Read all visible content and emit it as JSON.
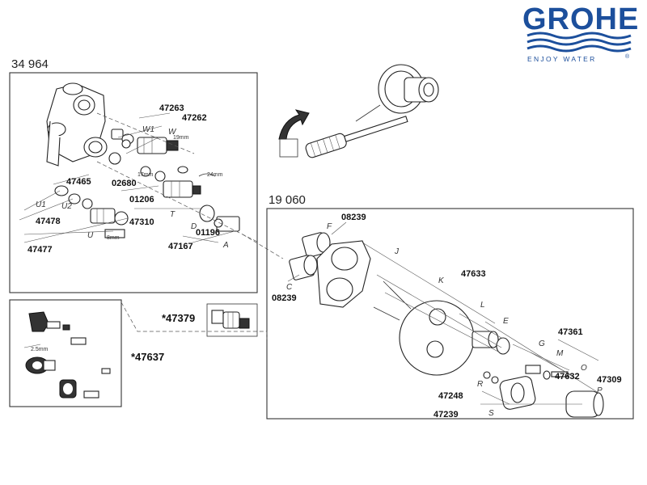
{
  "brand": {
    "name": "GROHE",
    "tagline": "ENJOY WATER",
    "trademark": "®",
    "color": "#1c4f9c"
  },
  "sets": {
    "body_set": "34 964",
    "trim_set": "19 060"
  },
  "parts": {
    "p47263": "47263",
    "p47262": "47262",
    "p47465": "47465",
    "p02680": "02680",
    "p01206": "01206",
    "p47478": "47478",
    "p47310": "47310",
    "p01196": "01196",
    "p47167": "47167",
    "p47477": "47477",
    "p08239_top": "08239",
    "p08239_bottom": "08239",
    "p47633": "47633",
    "p47361": "47361",
    "p47632": "47632",
    "p47309": "47309",
    "p47248": "47248",
    "p47239": "47239",
    "p47379": "*47379",
    "p47637": "*47637"
  },
  "letters": {
    "W1": "W1",
    "W": "W",
    "U1": "U1",
    "U2": "U2",
    "U": "U",
    "T": "T",
    "D": "D",
    "A": "A",
    "F": "F",
    "C": "C",
    "J": "J",
    "K": "K",
    "L": "L",
    "E": "E",
    "G": "G",
    "M": "M",
    "O": "O",
    "R": "R",
    "P": "P",
    "S": "S"
  },
  "dims": {
    "d19": "19mm",
    "d17": "17mm",
    "d24": "24mm",
    "d8": "8mm",
    "d25": "2.5mm"
  }
}
